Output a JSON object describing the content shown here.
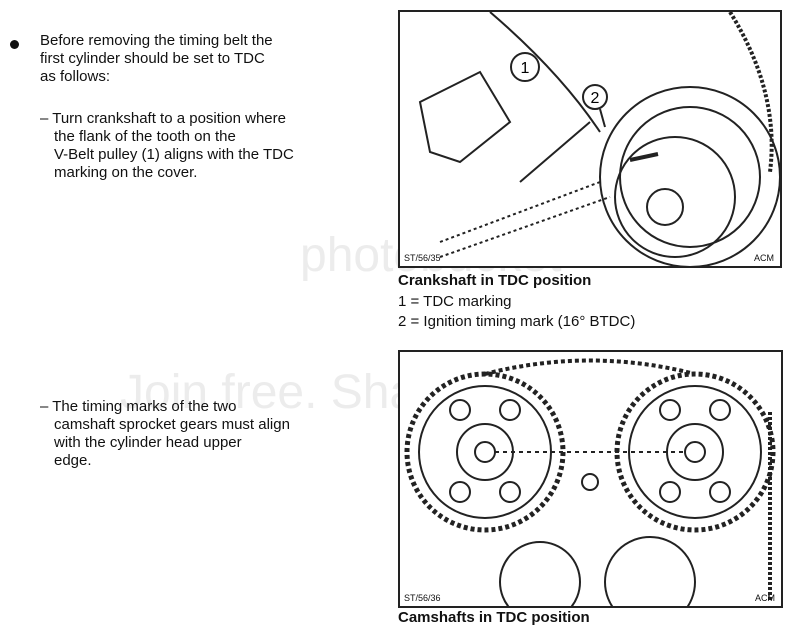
{
  "left": {
    "bullet_text": [
      "Before removing the timing belt the",
      "first cylinder should be set to TDC",
      "as follows:"
    ],
    "step1": [
      "– Turn crankshaft to a position where",
      "the flank of the tooth on the",
      "V-Belt pulley (1) aligns with the TDC",
      "marking on the cover."
    ],
    "step2": [
      "– The timing marks of the two",
      "camshaft sprocket gears must align",
      "with the cylinder head upper",
      "edge."
    ]
  },
  "figure1": {
    "code": "ST/56/35",
    "credit": "ACM",
    "callouts": [
      "1",
      "2"
    ],
    "caption": "Crankshaft in TDC position",
    "legend": [
      "1  =  TDC marking",
      "2  =  Ignition timing mark (16° BTDC)"
    ]
  },
  "figure2": {
    "code": "ST/56/36",
    "credit": "ACM",
    "caption": "Camshafts in TDC position"
  },
  "watermark": {
    "brand": "photobucket",
    "slogan": "Join free. Share photobucket"
  }
}
